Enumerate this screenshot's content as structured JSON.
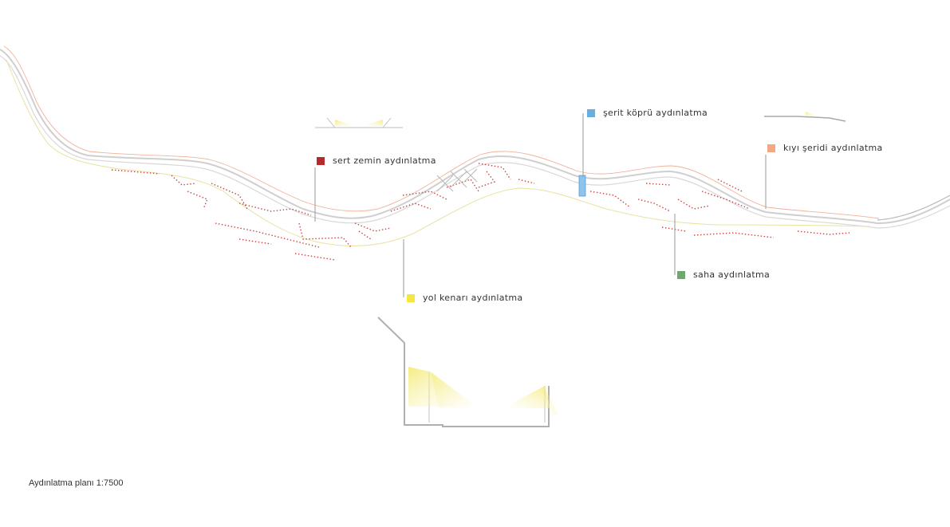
{
  "legend": {
    "sert_zemin": {
      "label": "sert zemin aydınlatma",
      "color": "#b52a2a"
    },
    "serit_kopru": {
      "label": "şerit köprü aydınlatma",
      "color": "#6aaee0"
    },
    "kiyi_seridi": {
      "label": "kıyı şeridi aydınlatma",
      "color": "#f2a882"
    },
    "saha": {
      "label": "saha aydınlatma",
      "color": "#6aaa6a"
    },
    "yol_kenari": {
      "label": "yol kenarı aydınlatma",
      "color": "#f5e642"
    }
  },
  "caption": "Aydınlatma planı 1:7500"
}
